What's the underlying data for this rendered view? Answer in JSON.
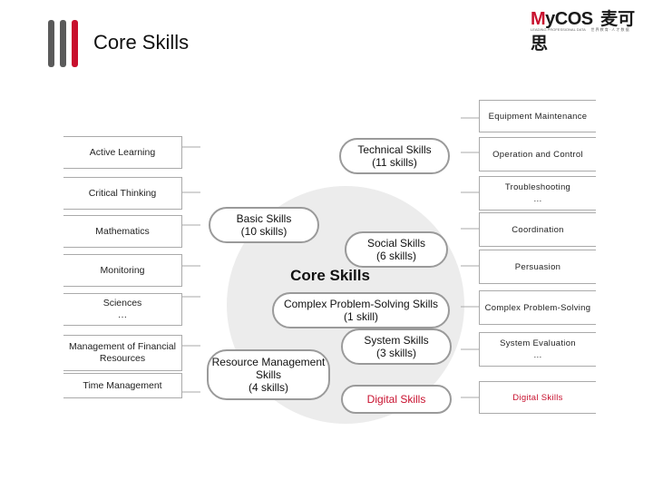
{
  "header": {
    "title": "Core Skills",
    "logo_text": "MyCOS",
    "logo_cn": "麦可思",
    "logo_subtext": "LEADING PROFESSIONAL DATA",
    "logo_cn_subtext": "世 界 教 育 · 人 才 数 据"
  },
  "center_label": "Core Skills",
  "left_items": {
    "active_learning": "Active Learning",
    "critical_thinking": "Critical Thinking",
    "mathematics": "Mathematics",
    "monitoring": "Monitoring",
    "sciences": "Sciences",
    "sciences_more": "…",
    "management_financial": "Management of Financial Resources",
    "time_management": "Time Management"
  },
  "categories": {
    "technical": {
      "label": "Technical Skills",
      "count": "(11 skills)"
    },
    "basic": {
      "label": "Basic Skills",
      "count": "(10 skills)"
    },
    "social": {
      "label": "Social Skills",
      "count": "(6 skills)"
    },
    "complex": {
      "label": "Complex Problem-Solving Skills",
      "count": "(1 skill)"
    },
    "resource": {
      "label": "Resource Management Skills",
      "count": "(4 skills)"
    },
    "system": {
      "label": "System Skills",
      "count": "(3 skills)"
    },
    "digital": {
      "label": "Digital Skills"
    }
  },
  "right_items": {
    "equipment_maintenance": "Equipment Maintenance",
    "operation_control": "Operation and Control",
    "troubleshooting": "Troubleshooting",
    "troubleshooting_more": "…",
    "coordination": "Coordination",
    "persuasion": "Persuasion",
    "complex_problem_solving": "Complex Problem-Solving",
    "system_evaluation": "System Evaluation",
    "system_evaluation_more": "…",
    "digital_skills": "Digital Skills"
  },
  "colors": {
    "bar_dark": "#5a5a5a",
    "bar_red": "#c8102e",
    "accent_red": "#c8102e",
    "circle": "#ececec",
    "border": "#aaaaaa"
  }
}
